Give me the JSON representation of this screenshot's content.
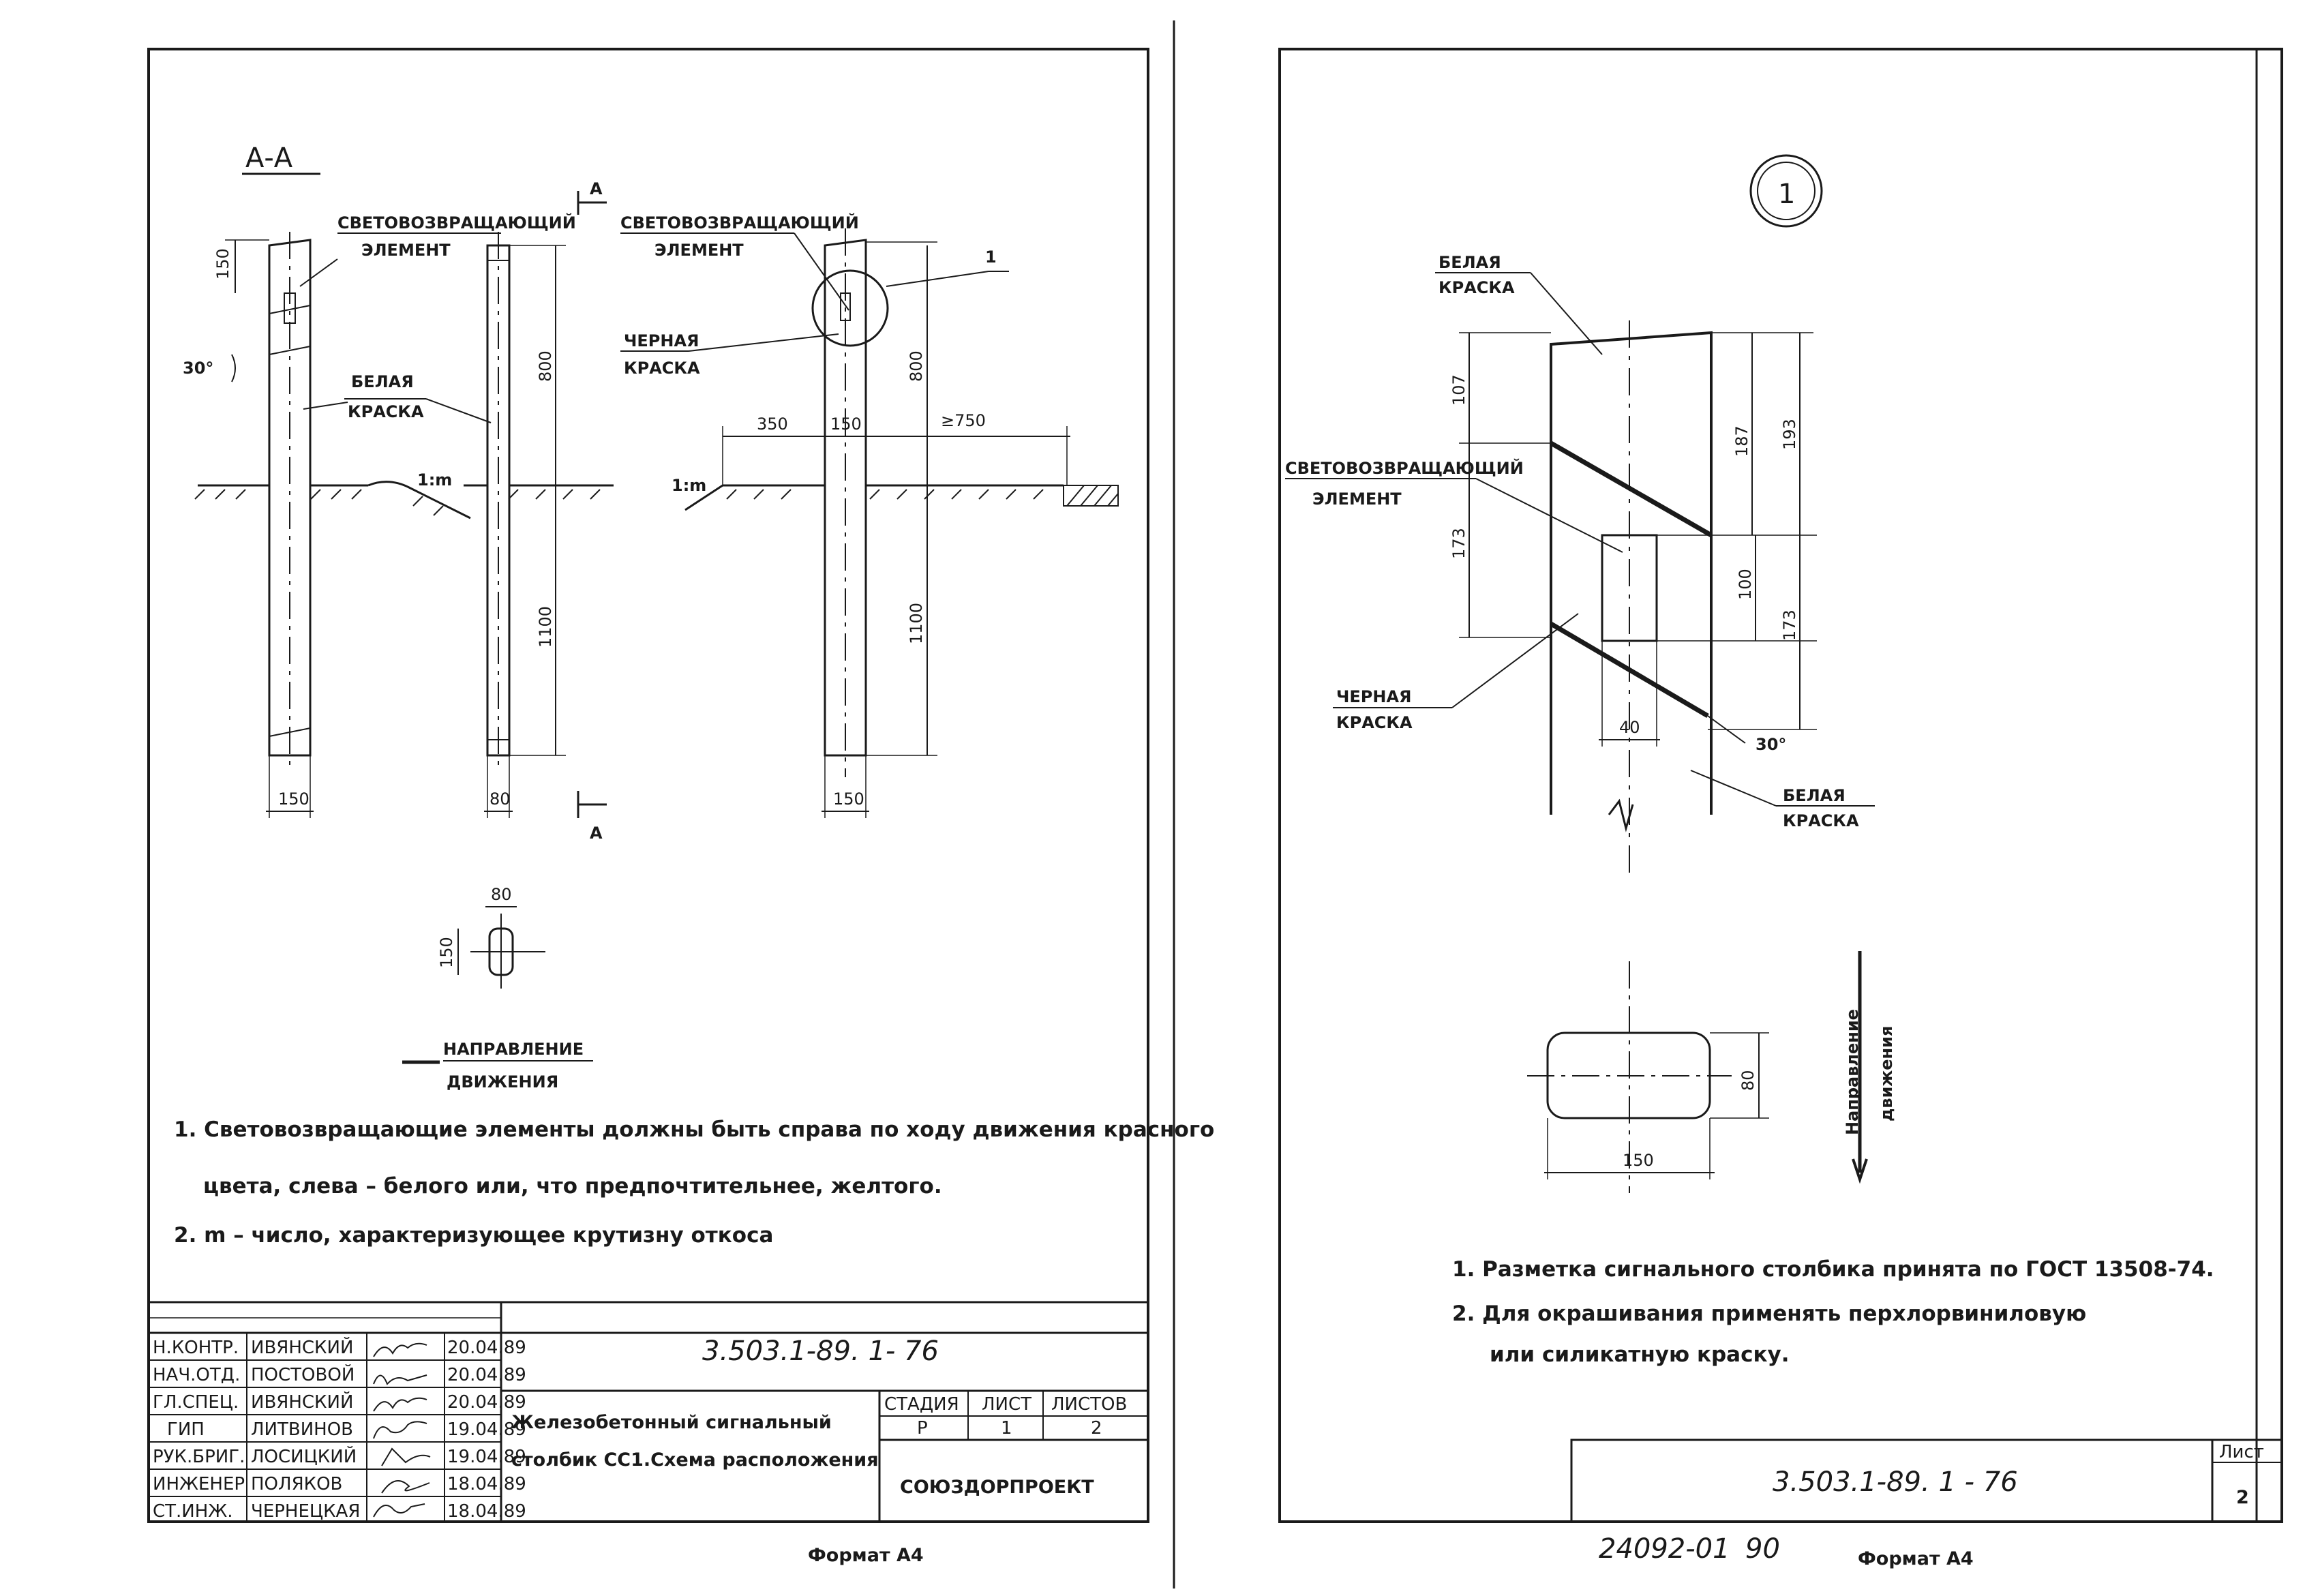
{
  "left_sheet": {
    "section_label": "А-А",
    "cut_mark": "А",
    "labels": {
      "reflective_1": "СВЕТОВОЗВРАЩАЮЩИЙ",
      "element_1": "ЭЛЕМЕНТ",
      "reflective_2": "СВЕТОВОЗВРАЩАЮЩИЙ",
      "element_2": "ЭЛЕМЕНТ",
      "white_paint_1": "БЕЛАЯ",
      "white_paint_2": "КРАСКА",
      "black_paint_1": "ЧЕРНАЯ",
      "black_paint_2": "КРАСКА",
      "callout": "1",
      "slope": "1:m",
      "angle": "30°"
    },
    "dims": {
      "top_offset": "150",
      "len_800": "800",
      "len_1100": "1100",
      "width_150": "150",
      "width_80": "80",
      "dist_350": "350",
      "dist_750": "≥750",
      "sec_80": "80",
      "sec_150": "150"
    },
    "direction": [
      "НАПРАВЛЕНИЕ",
      "ДВИЖЕНИЯ"
    ],
    "notes": [
      "1. Световозвращающие элементы должны быть справа по ходу движения красного",
      "цвета, слева – белого или, что предпочтительнее, желтого.",
      "2. m – число, характеризующее крутизну откоса"
    ],
    "stamp": {
      "doc_code": "3.503.1-89. 1- 76",
      "roles": [
        "Н.КОНТР.",
        "НАЧ.ОТД.",
        "ГЛ.СПЕЦ.",
        "ГИП",
        "РУК.БРИГ.",
        "ИНЖЕНЕР",
        "СТ.ИНЖ."
      ],
      "names": [
        "ИВЯНСКИЙ",
        "ПОСТОВОЙ",
        "ИВЯНСКИЙ",
        "ЛИТВИНОВ",
        "ЛОСИЦКИЙ",
        "ПОЛЯКОВ",
        "ЧЕРНЕЦКАЯ"
      ],
      "dates": [
        "20.04.89",
        "20.04.89",
        "20.04.89",
        "19.04.89",
        "19.04.89",
        "18.04.89",
        "18.04.89"
      ],
      "title_1": "Железобетонный сигнальный",
      "title_2": "столбик СС1.Схема расположения",
      "stage_label": "СТАДИЯ",
      "sheet_label": "ЛИСТ",
      "sheets_label": "ЛИСТОВ",
      "stage": "Р",
      "sheet": "1",
      "sheets": "2",
      "org": "СОЮЗДОРПРОЕКТ"
    },
    "format": "Формат А4"
  },
  "right_sheet": {
    "callout": "1",
    "labels": {
      "white_1": "БЕЛАЯ",
      "white_2": "КРАСКА",
      "reflective": "СВЕТОВОЗВРАЩАЮЩИЙ",
      "element": "ЭЛЕМЕНТ",
      "black_1": "ЧЕРНАЯ",
      "black_2": "КРАСКА",
      "white_3": "БЕЛАЯ",
      "white_4": "КРАСКА",
      "angle": "30°"
    },
    "dims": {
      "d107": "107",
      "d173a": "173",
      "d187": "187",
      "d193": "193",
      "d100": "100",
      "d173b": "173",
      "d40": "40",
      "s80": "80",
      "s150": "150"
    },
    "direction": [
      "Направление",
      "движения"
    ],
    "notes": [
      "1. Разметка сигнального столбика принята по ГОСТ 13508-74.",
      "2. Для окрашивания применять перхлорвиниловую",
      "или силикатную краску."
    ],
    "stamp": {
      "doc_code": "3.503.1-89. 1 - 76",
      "sheet_label": "Лист",
      "sheet": "2"
    },
    "archive_no": "24092-01",
    "archive_no2": "90",
    "format": "Формат А4"
  }
}
